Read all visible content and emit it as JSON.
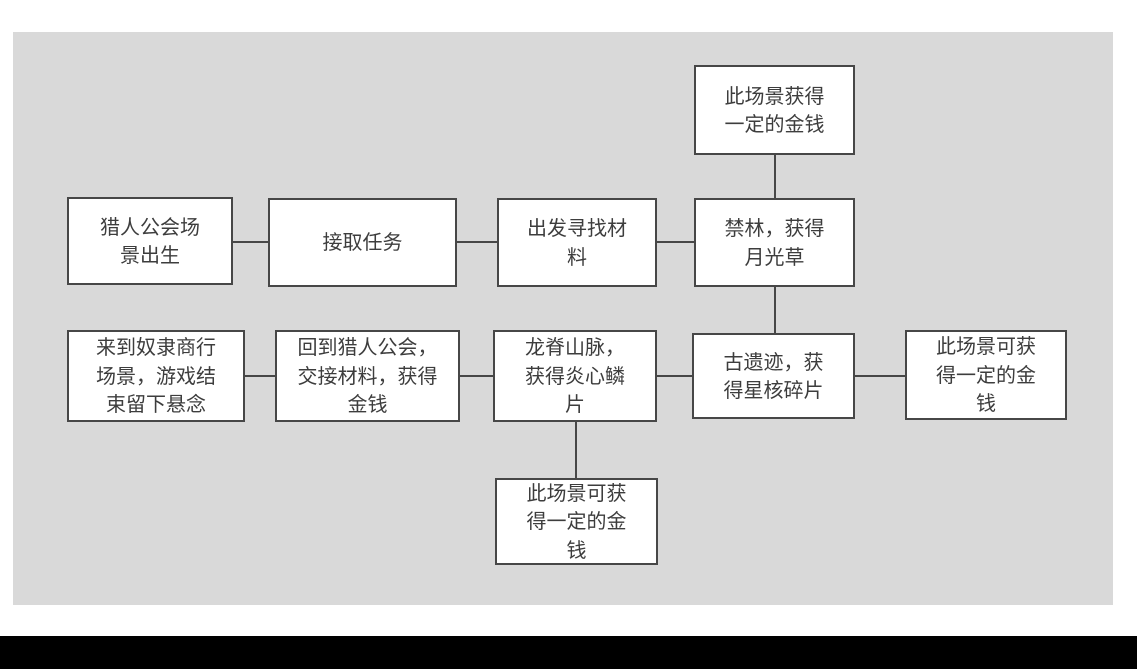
{
  "page": {
    "page_background": "#ffffff",
    "canvas_background": "#d9d9d9",
    "bottom_bar_color": "#000000"
  },
  "diagram": {
    "type": "flowchart",
    "node_fill": "#ffffff",
    "node_border_color": "#474747",
    "text_color": "#3d3d3d",
    "nodes": [
      {
        "id": "scene-money-top",
        "label": "此场景获得\n一定的金钱"
      },
      {
        "id": "hunter-guild-birth",
        "label": "猎人公会场\n景出生"
      },
      {
        "id": "accept-task",
        "label": "接取任务"
      },
      {
        "id": "depart-find-materials",
        "label": "出发寻找材\n料"
      },
      {
        "id": "forbidden-forest",
        "label": "禁林，获得\n月光草"
      },
      {
        "id": "slave-merchant-ending",
        "label": "来到奴隶商行\n场景，游戏结\n束留下悬念"
      },
      {
        "id": "return-guild-money",
        "label": "回到猎人公会，\n交接材料，获得\n金钱"
      },
      {
        "id": "dragon-spine-scale",
        "label": "龙脊山脉，\n获得炎心鳞\n片"
      },
      {
        "id": "ancient-ruins-starcore",
        "label": "古遗迹，获\n得星核碎片"
      },
      {
        "id": "scene-money-right",
        "label": "此场景可获\n得一定的金\n钱"
      },
      {
        "id": "scene-money-bottom",
        "label": "此场景可获\n得一定的金\n钱"
      }
    ],
    "edges": [
      {
        "from": "hunter-guild-birth",
        "to": "accept-task"
      },
      {
        "from": "accept-task",
        "to": "depart-find-materials"
      },
      {
        "from": "depart-find-materials",
        "to": "forbidden-forest"
      },
      {
        "from": "forbidden-forest",
        "to": "scene-money-top"
      },
      {
        "from": "forbidden-forest",
        "to": "ancient-ruins-starcore"
      },
      {
        "from": "slave-merchant-ending",
        "to": "return-guild-money"
      },
      {
        "from": "return-guild-money",
        "to": "dragon-spine-scale"
      },
      {
        "from": "dragon-spine-scale",
        "to": "ancient-ruins-starcore"
      },
      {
        "from": "ancient-ruins-starcore",
        "to": "scene-money-right"
      },
      {
        "from": "dragon-spine-scale",
        "to": "scene-money-bottom"
      }
    ]
  }
}
